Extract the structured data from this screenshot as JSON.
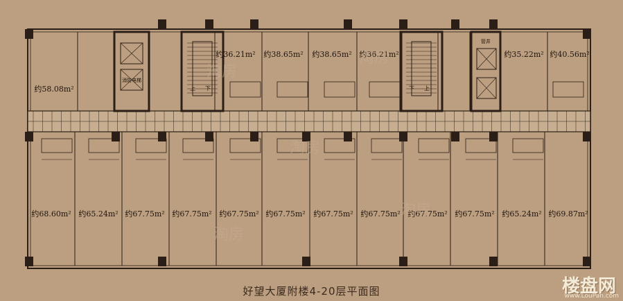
{
  "caption": "好望大厦附楼4-20层平面图",
  "watermark": {
    "site_logo": "楼盘网",
    "site_url": "www.LouPan.com",
    "tao_fang": "淘房"
  },
  "colors": {
    "background": "#BC9F80",
    "line": "#2a1e16",
    "corridor": "#C8AE90"
  },
  "top_units": [
    {
      "label": "约36.21m²"
    },
    {
      "label": "约38.65m²"
    },
    {
      "label": "约38.65m²"
    },
    {
      "label": "约36.21m²"
    },
    {
      "label": "约35.22m²"
    },
    {
      "label": "约40.56m²"
    }
  ],
  "left_unit": {
    "label": "约58.08m²"
  },
  "bottom_units": [
    {
      "label": "约68.60m²"
    },
    {
      "label": "约65.24m²"
    },
    {
      "label": "约67.75m²"
    },
    {
      "label": "约67.75m²"
    },
    {
      "label": "约67.75m²"
    },
    {
      "label": "约67.75m²"
    },
    {
      "label": "约67.75m²"
    },
    {
      "label": "约67.75m²"
    },
    {
      "label": "约67.75m²"
    },
    {
      "label": "约67.75m²"
    },
    {
      "label": "约65.24m²"
    },
    {
      "label": "约69.87m²"
    }
  ],
  "stair_labels": [
    "上",
    "下",
    "下",
    "上"
  ],
  "core_labels": {
    "fire_elevator": "消防电梯",
    "well": "管井"
  }
}
